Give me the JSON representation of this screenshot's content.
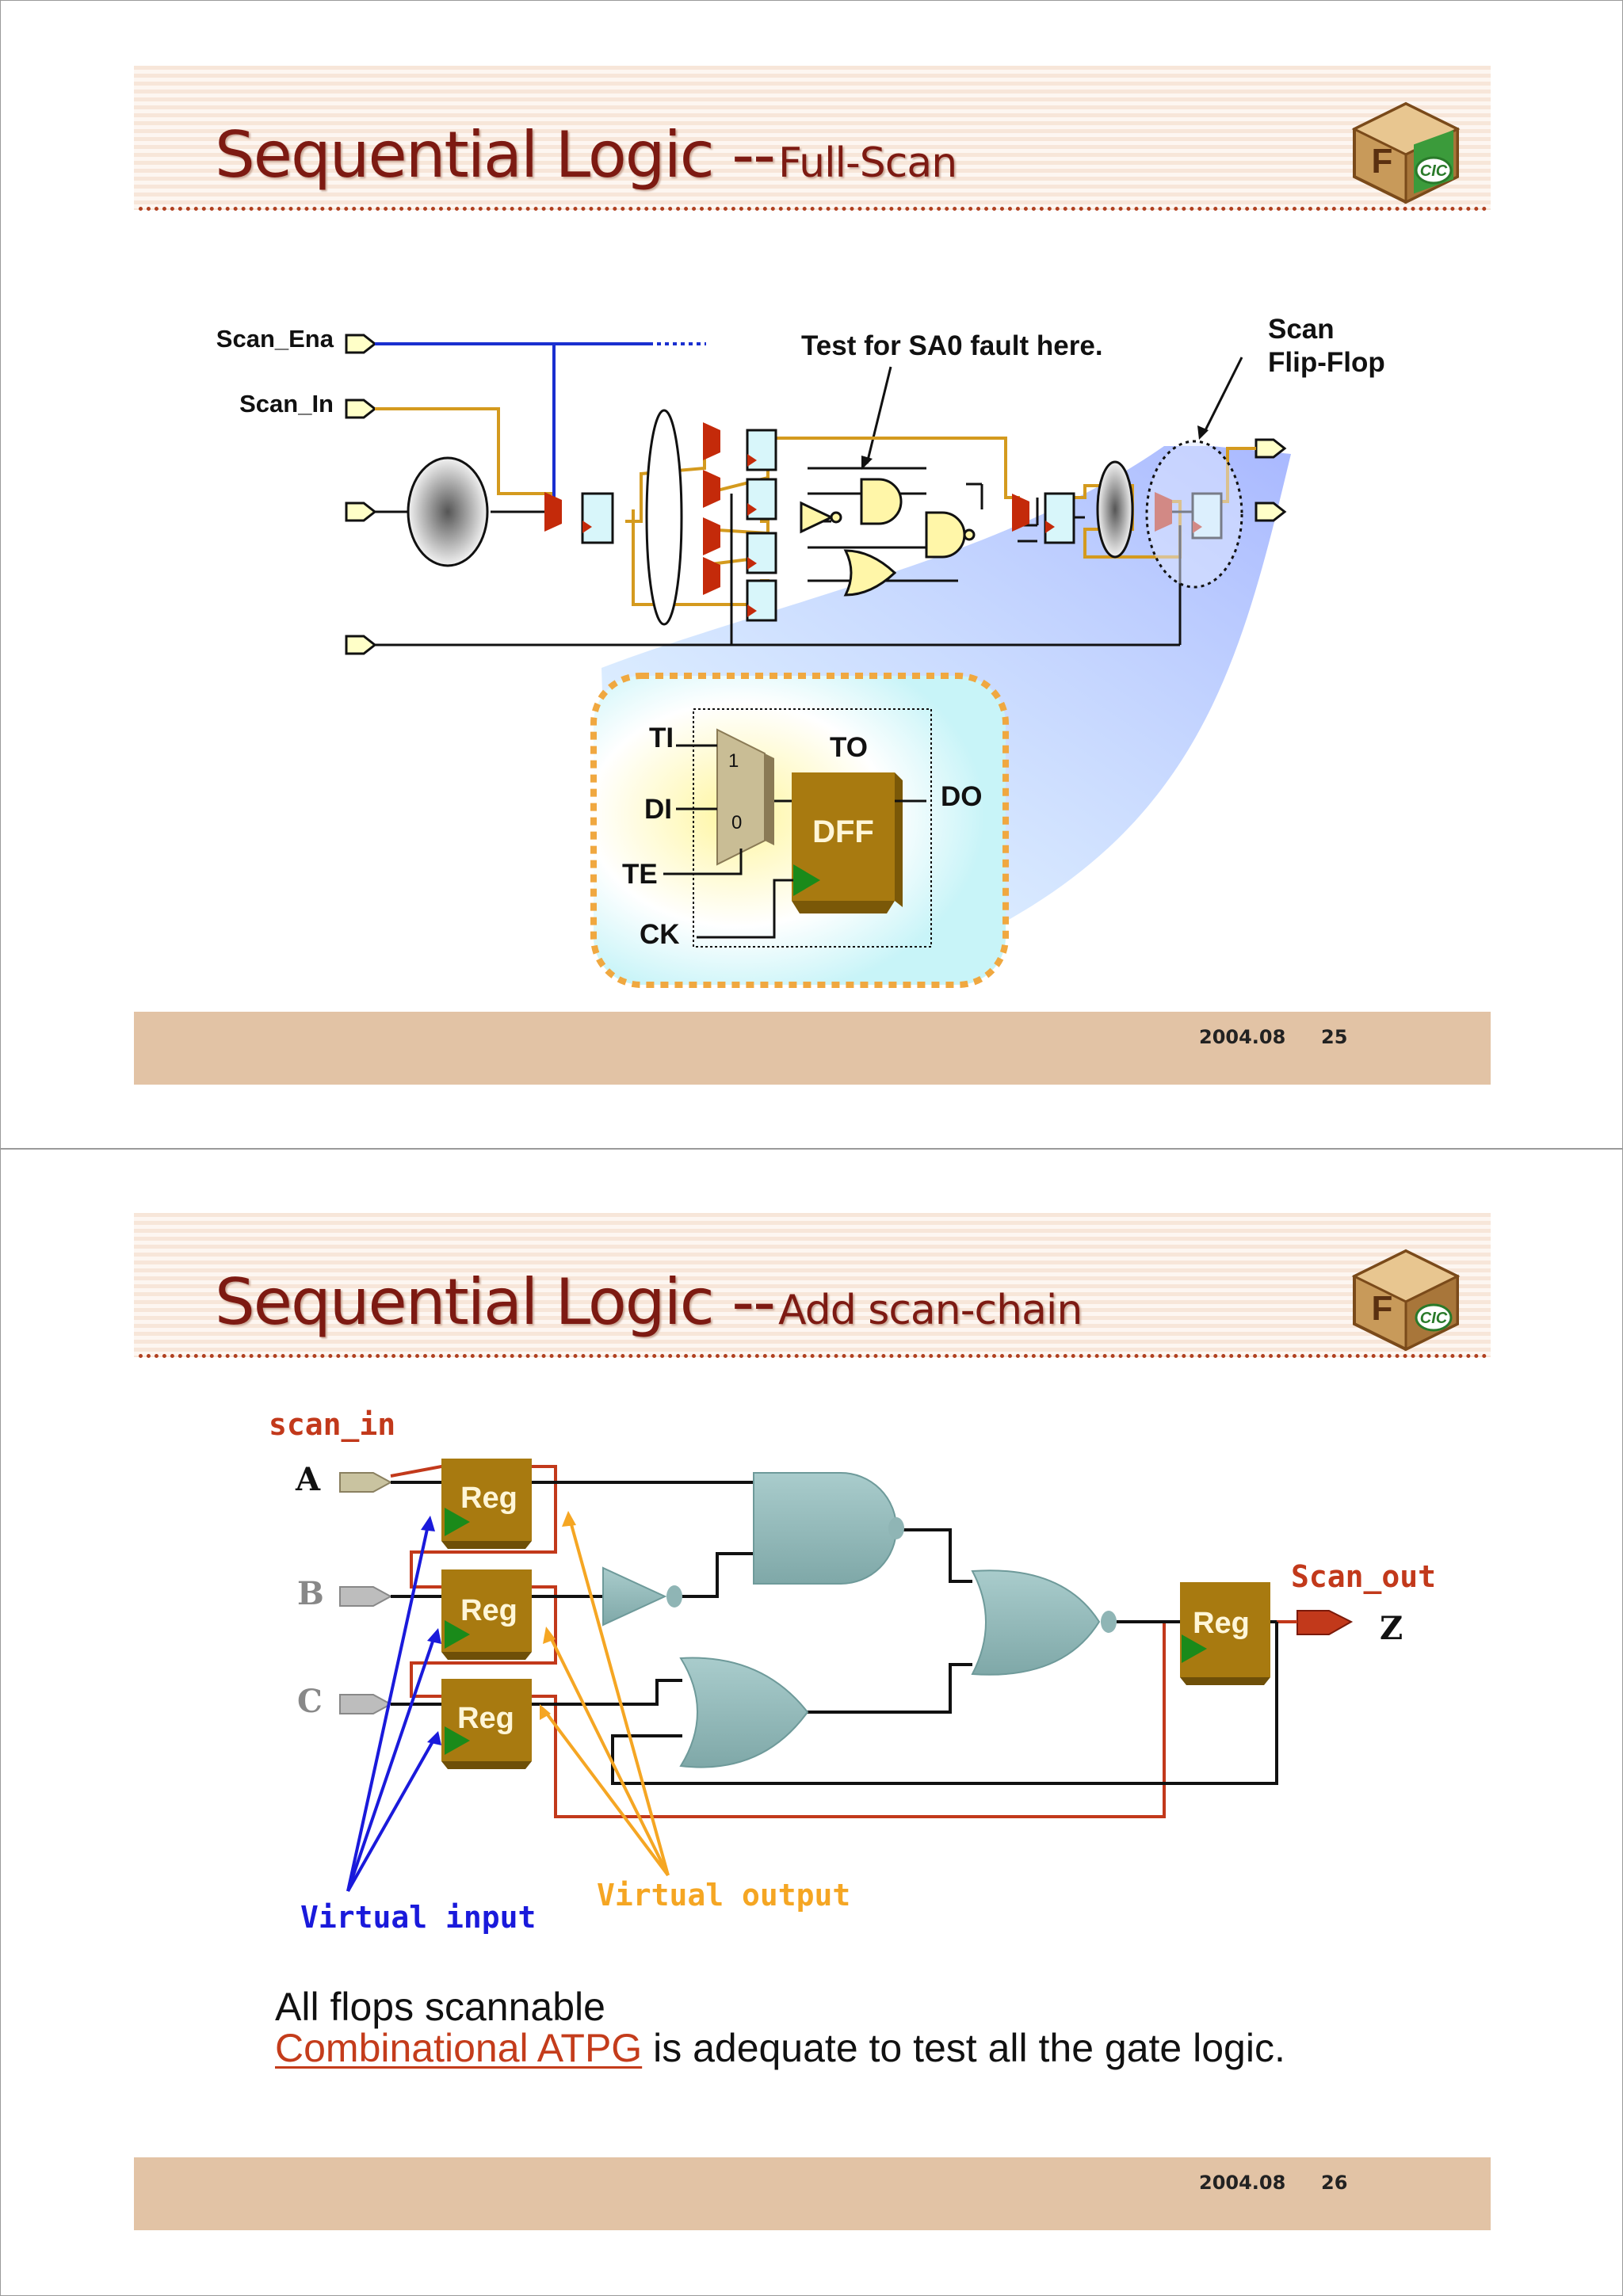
{
  "slides": [
    {
      "title_main": "Sequential Logic --",
      "title_sub": "Full-Scan",
      "footer_date": "2004.08",
      "footer_page": "25",
      "labels": {
        "scan_ena": "Scan_Ena",
        "scan_in": "Scan_In",
        "test_note": "Test for SA0 fault here.",
        "scan_ff_line1": "Scan",
        "scan_ff_line2": "Flip-Flop"
      },
      "inset": {
        "ti": "TI",
        "to": "TO",
        "di": "DI",
        "do": "DO",
        "te": "TE",
        "ck": "CK",
        "dff": "DFF",
        "mux_1": "1",
        "mux_0": "0"
      }
    },
    {
      "title_main": "Sequential Logic --",
      "title_sub": "Add scan-chain",
      "footer_date": "2004.08",
      "footer_page": "26",
      "labels": {
        "scan_in": "scan_in",
        "scan_out": "Scan_out",
        "input_a": "A",
        "input_b": "B",
        "input_c": "C",
        "output_z": "Z",
        "reg": "Reg",
        "virtual_input": "Virtual input",
        "virtual_output": "Virtual output"
      },
      "bullet_1": "All flops scannable",
      "bullet_2_link": "Combinational ATPG",
      "bullet_2_rest": " is adequate to test all the gate logic."
    }
  ],
  "logo_text": "CIC",
  "colors": {
    "title": "#7d1a12",
    "header_stripe": "#f7e6d9",
    "footer": "#e2c3a5",
    "scan_enable_wire": "#1a2fd0",
    "scan_wire": "#d49a1e",
    "mux_red": "#c42a0a",
    "dff_brown": "#a87a10",
    "gate_teal": "#8fb5b5",
    "virtual_input": "#1a1adb",
    "virtual_output": "#f5a623",
    "scan_chain": "#c2391b"
  }
}
